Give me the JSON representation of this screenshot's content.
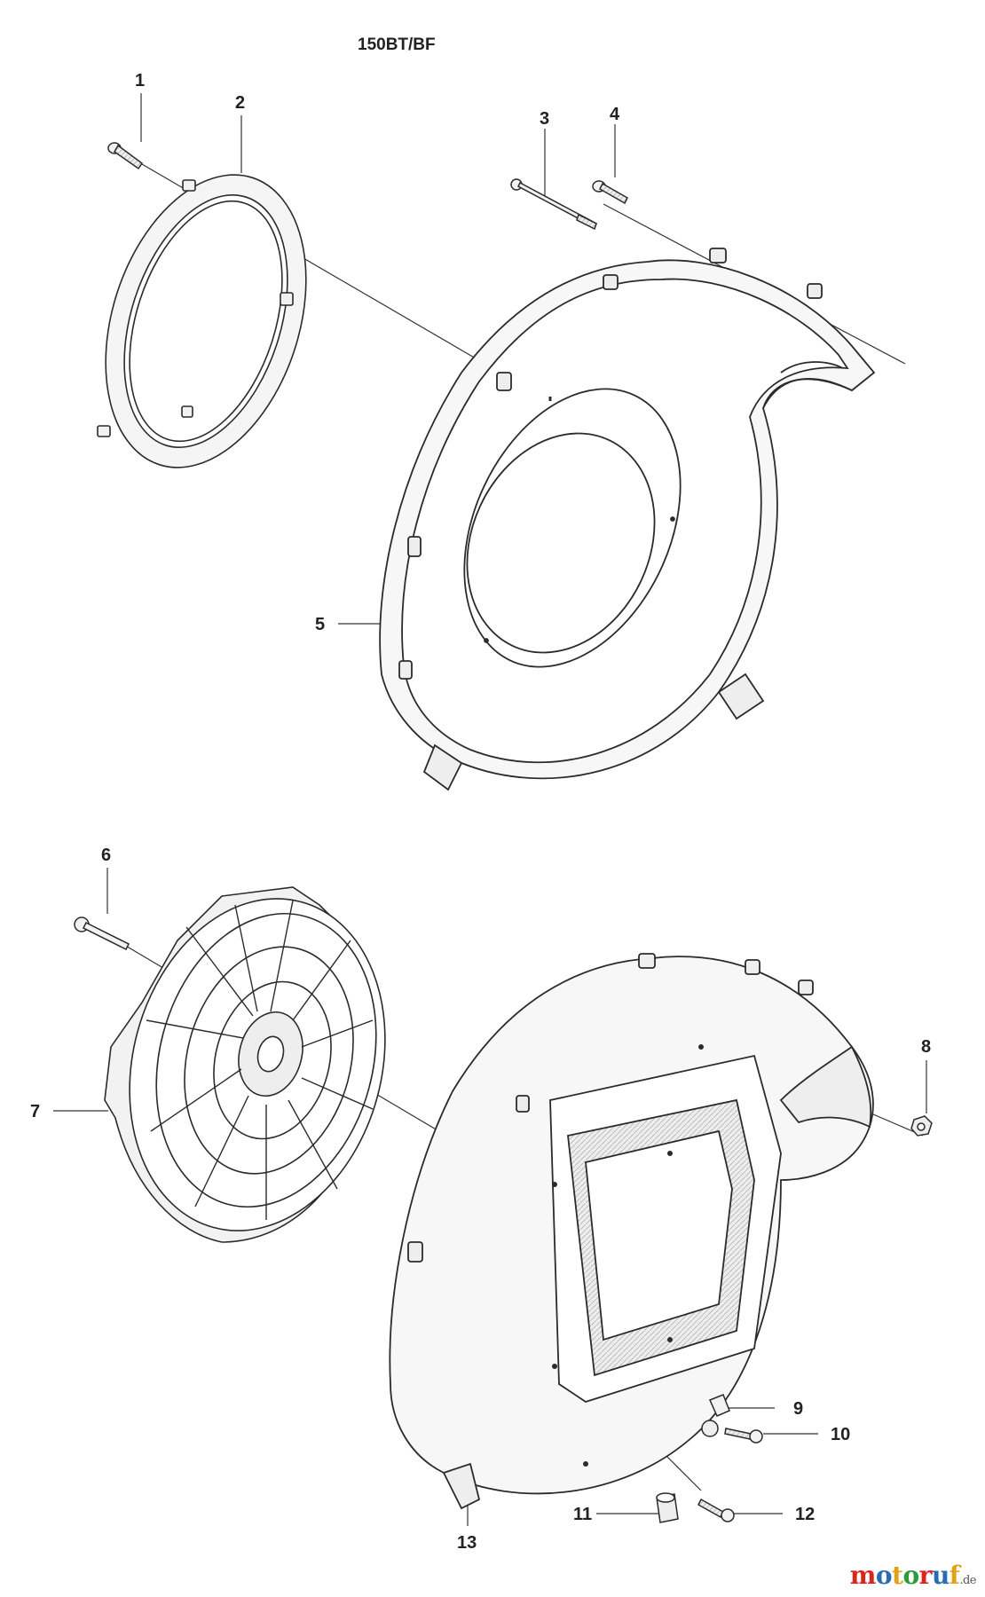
{
  "title": "150BT/BF",
  "callouts": [
    "1",
    "2",
    "3",
    "4",
    "5",
    "6",
    "7",
    "8",
    "9",
    "10",
    "11",
    "12",
    "13"
  ],
  "watermark": {
    "letters": [
      "m",
      "o",
      "t",
      "o",
      "r",
      "u",
      "f"
    ],
    "colors": [
      "#d9261c",
      "#2b6cb0",
      "#e0a21a",
      "#2f9a3c",
      "#d9261c",
      "#2b6cb0",
      "#e0a21a"
    ],
    "suffix": ".de"
  },
  "colors": {
    "line": "#2b2b2b",
    "fill": "#f2f2f2",
    "shade": "#cfcfcf"
  }
}
